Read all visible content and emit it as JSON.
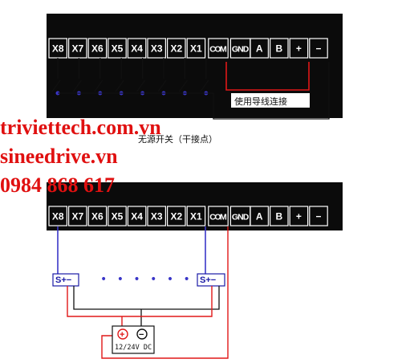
{
  "terminals": [
    "X8",
    "X7",
    "X6",
    "X5",
    "X4",
    "X3",
    "X2",
    "X1",
    "COM",
    "GND",
    "A",
    "B",
    "+",
    "−"
  ],
  "top_diagram": {
    "wire_label": "使用导线连接",
    "switch_caption": "无源开关（干接点）"
  },
  "bottom_diagram": {
    "sensor_label": "S+−",
    "dots": "• • • • • •",
    "psu_label": "12/24V DC",
    "psu_plus": "+",
    "psu_minus": "−"
  },
  "watermark": {
    "line1": "triviettech.com.vn",
    "line2": "sineedrive.vn",
    "line3": "0984 868 617"
  },
  "colors": {
    "terminal_block": "#0b0b0b",
    "red_wire": "#e01818",
    "blue_wire": "#3a36c8",
    "watermark": "#e01010"
  }
}
